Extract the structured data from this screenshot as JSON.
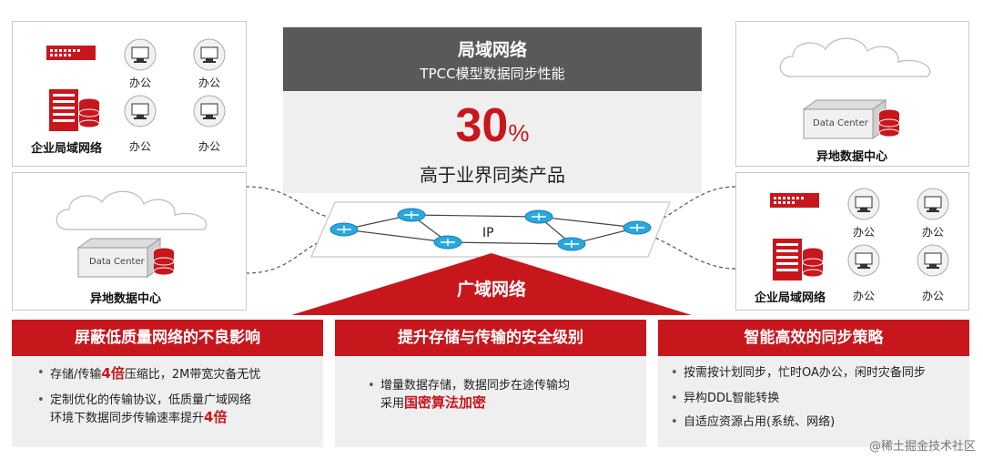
{
  "center": {
    "title": "局域网络",
    "subtitle": "TPCC模型数据同步性能",
    "big_number": "30",
    "big_unit": "%",
    "caption": "高于业界同类产品"
  },
  "top_left": {
    "office_labels": [
      "办公",
      "办公",
      "办公",
      "办公"
    ],
    "network_label": "企业局域网络"
  },
  "mid_left": {
    "dc_label": "Data Center",
    "caption": "异地数据中心"
  },
  "top_right": {
    "dc_label": "Data Center",
    "caption": "异地数据中心"
  },
  "mid_right": {
    "office_labels": [
      "办公",
      "办公",
      "办公",
      "办公"
    ],
    "network_label": "企业局域网络"
  },
  "wan": {
    "ip_label": "IP",
    "title": "广域网络"
  },
  "cards": [
    {
      "title": "屏蔽低质量网络的不良影响",
      "b1_pre": "存储/传输",
      "b1_hl": "4倍",
      "b1_post": "压缩比，2M带宽灾备无忧",
      "b2_line1": "定制优化的传输协议，低质量广域网络",
      "b2_line2_pre": "环境下数据同步传输速率提升",
      "b2_hl": "4倍"
    },
    {
      "title": "提升存储与传输的安全级别",
      "b1_line1": "增量数据存储，数据同步在途传输均",
      "b1_line2_pre": "采用",
      "b1_hl": "国密算法加密"
    },
    {
      "title": "智能高效的同步策略",
      "b1": "按需按计划同步，忙时OA办公，闲时灾备同步",
      "b2": "异构DDL智能转换",
      "b3": "自适应资源占用(系统、网络)"
    }
  ],
  "watermark": "@稀土掘金技术社区",
  "colors": {
    "accent": "#c8161d",
    "header_gray": "#595959",
    "panel_gray": "#efefef",
    "router_blue": "#29a8df"
  }
}
